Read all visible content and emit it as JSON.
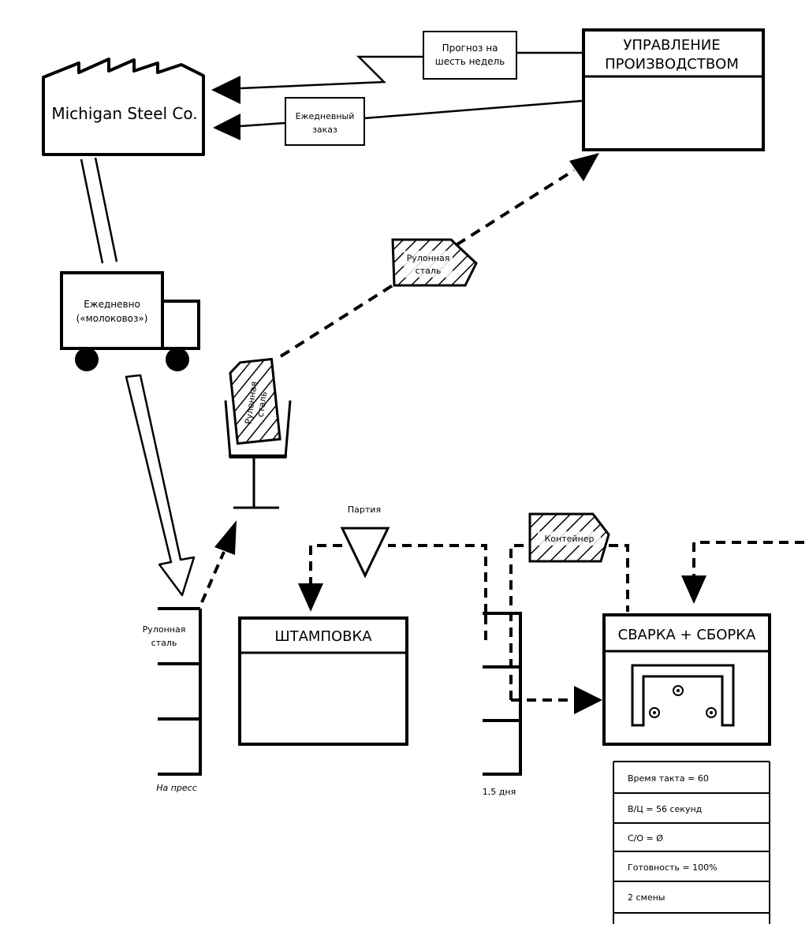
{
  "supplier": {
    "name": "Michigan Steel Co."
  },
  "production_control": {
    "line1": "УПРАВЛЕНИЕ",
    "line2": "ПРОИЗВОДСТВОМ"
  },
  "forecast": {
    "line1": "Прогноз на",
    "line2": "шесть недель"
  },
  "daily_order": {
    "line1": "Ежедневный",
    "line2": "заказ"
  },
  "truck": {
    "line1": "Ежедневно",
    "line2": "(«молоковоз»)"
  },
  "kanban_mailbox": {
    "line1": "Рулонная",
    "line2": "сталь"
  },
  "signal_kanban": {
    "line1": "Рулонная",
    "line2": "сталь"
  },
  "inventory_left": {
    "top_line1": "Рулонная",
    "top_line2": "сталь",
    "bottom": "На пресс"
  },
  "batch": {
    "label": "Партия"
  },
  "container": {
    "label": "Контейнер"
  },
  "stamping": {
    "title": "ШТАМПОВКА"
  },
  "inventory_mid": {
    "bottom": "1,5 дня"
  },
  "welding": {
    "title": "СВАРКА + СБОРКА"
  },
  "data_box": {
    "rows": [
      "Время такта = 60",
      "В/Ц = 56 секунд",
      "С/О = Ø",
      "Готовность = 100%",
      "2 смены"
    ]
  }
}
